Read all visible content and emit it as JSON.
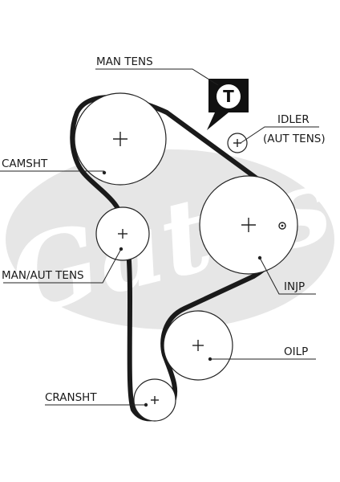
{
  "diagram": {
    "colors": {
      "belt": "#1a1a1a",
      "watermark": "#e6e6e6",
      "line": "#222222",
      "tensioner_badge": "#111111"
    },
    "watermark_text": "Gates",
    "labels": {
      "man_tens": "MAN TENS",
      "tensioner_badge": "T",
      "idler": "IDLER",
      "aut_tens": "(AUT TENS)",
      "camsht": "CAMSHT",
      "man_aut_tens": "MAN/AUT TENS",
      "injp": "INJP",
      "oilp": "OILP",
      "cransht": "CRANSHT"
    }
  }
}
